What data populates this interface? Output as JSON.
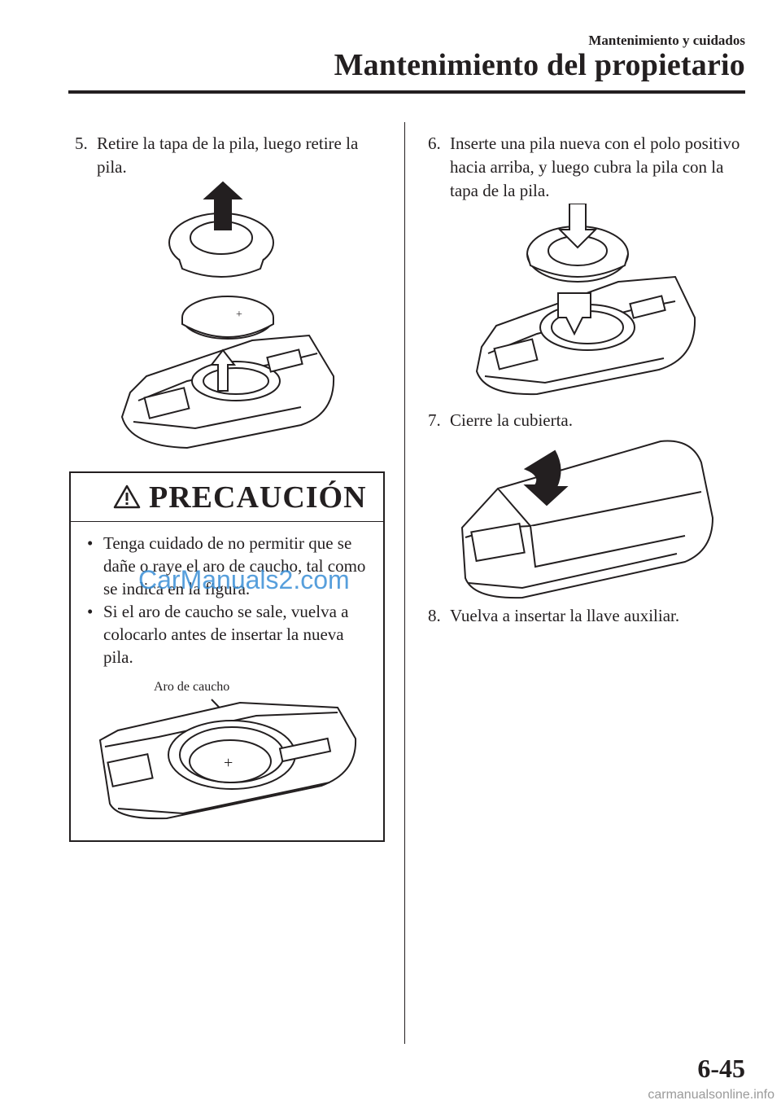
{
  "header": {
    "section": "Mantenimiento y cuidados",
    "chapter": "Mantenimiento del propietario"
  },
  "left_column": {
    "step5": {
      "number": "5.",
      "text": "Retire la tapa de la pila, luego retire la pila."
    },
    "caution": {
      "title": "PRECAUCIÓN",
      "bullets": [
        "Tenga cuidado de no permitir que se dañe o raye el aro de caucho, tal como se indica en la figura.",
        "Si el aro de caucho se sale, vuelva a colocarlo antes de insertar la nueva pila."
      ],
      "figure_label": "Aro de caucho"
    }
  },
  "right_column": {
    "step6": {
      "number": "6.",
      "text": "Inserte una pila nueva con el polo positivo hacia arriba, y luego cubra la pila con la tapa de la pila."
    },
    "step7": {
      "number": "7.",
      "text": "Cierre la cubierta."
    },
    "step8": {
      "number": "8.",
      "text": "Vuelva a insertar la llave auxiliar."
    }
  },
  "page_number": "6-45",
  "watermark": "CarManuals2.com",
  "footer_url": "carmanualsonline.info",
  "bullet_glyph": "•"
}
